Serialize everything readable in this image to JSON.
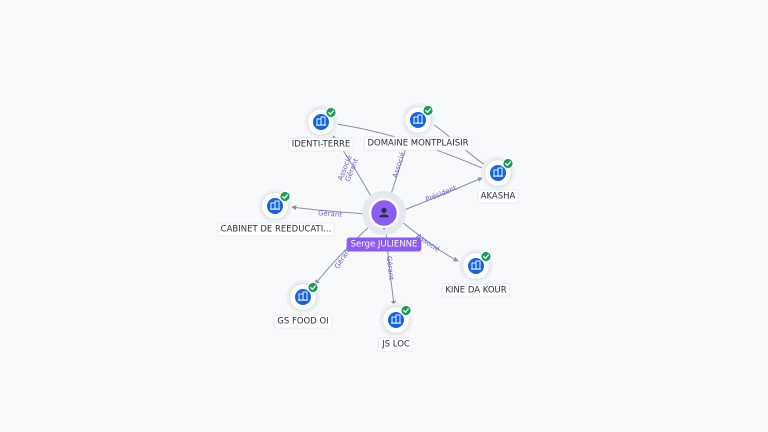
{
  "center": {
    "id": "c",
    "label": "Serge JULIENNE",
    "icon": "person-icon"
  },
  "companies": [
    {
      "id": "identi",
      "label": "IDENTI-TERRE",
      "icon": "building-icon",
      "verified": true
    },
    {
      "id": "domaine",
      "label": "DOMAINE MONTPLAISIR",
      "icon": "building-icon",
      "verified": true
    },
    {
      "id": "akasha",
      "label": "AKASHA",
      "icon": "building-icon",
      "verified": true
    },
    {
      "id": "cabinet",
      "label": "CABINET DE REEDUCATI...",
      "icon": "building-icon",
      "verified": true
    },
    {
      "id": "kine",
      "label": "KINE DA KOUR",
      "icon": "building-icon",
      "verified": true
    },
    {
      "id": "gsfood",
      "label": "GS FOOD OI",
      "icon": "building-icon",
      "verified": true
    },
    {
      "id": "jsloc",
      "label": "JS LOC",
      "icon": "building-icon",
      "verified": true
    }
  ],
  "edges": [
    {
      "from": "c",
      "to": "identi",
      "labels": [
        "Gérant",
        "Associé"
      ]
    },
    {
      "from": "c",
      "to": "domaine",
      "labels": [
        "Associé"
      ]
    },
    {
      "from": "c",
      "to": "akasha",
      "labels": [
        "Président"
      ]
    },
    {
      "from": "c",
      "to": "cabinet",
      "labels": [
        "Gérant"
      ]
    },
    {
      "from": "c",
      "to": "kine",
      "labels": [
        "Associé"
      ]
    },
    {
      "from": "c",
      "to": "gsfood",
      "labels": [
        "Gérant"
      ]
    },
    {
      "from": "c",
      "to": "jsloc",
      "labels": [
        "Gérant"
      ]
    },
    {
      "from": "identi",
      "to": "akasha",
      "labels": []
    },
    {
      "from": "domaine",
      "to": "akasha",
      "labels": []
    }
  ],
  "colors": {
    "center": "#8d5cf2",
    "company": "#1463e4",
    "verified": "#1f9b5b",
    "edge": "#8b8fa3",
    "edge_label": "#6a62c8"
  }
}
